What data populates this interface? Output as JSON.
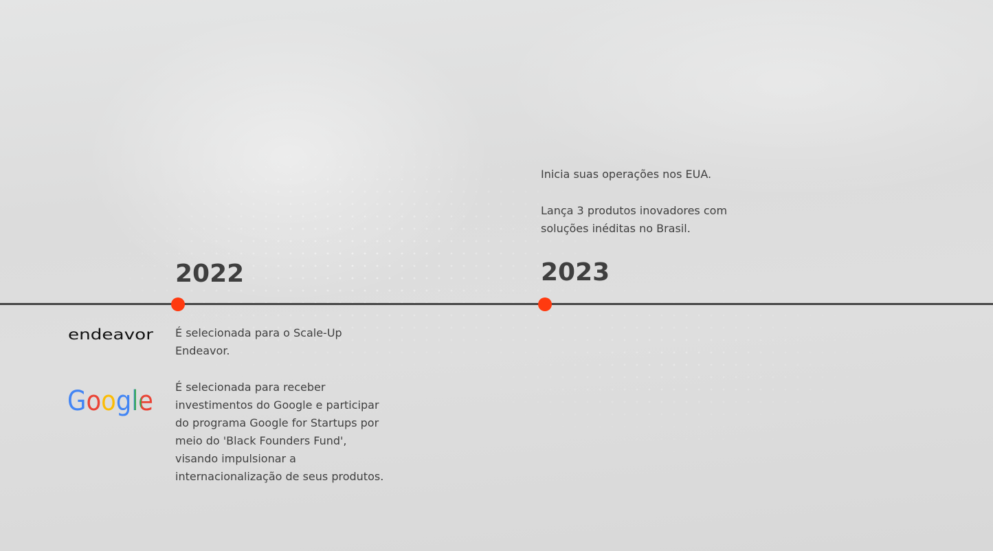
{
  "timeline": {
    "milestones": [
      {
        "year": "2022",
        "events": [
          {
            "logo": "endeavor",
            "logo_text": "endeavor",
            "text": "É selecionada para o Scale-Up Endeavor."
          },
          {
            "logo": "google",
            "logo_text": "Google",
            "text": "É selecionada para receber investimentos do Google e participar do programa Google for Startups por meio do 'Black Founders Fund', visando impulsionar a internacionalização de seus produtos."
          }
        ]
      },
      {
        "year": "2023",
        "events": [
          {
            "text": "Inicia suas operações nos EUA."
          },
          {
            "text": "Lança 3 produtos inovadores com soluções inéditas no Brasil."
          }
        ]
      }
    ]
  },
  "colors": {
    "accent": "#ff3a0f",
    "line": "#444444",
    "text": "#3f3f3f",
    "google_blue": "#4285F4",
    "google_red": "#EA4335",
    "google_yellow": "#FBBC05",
    "google_green": "#34A853"
  }
}
